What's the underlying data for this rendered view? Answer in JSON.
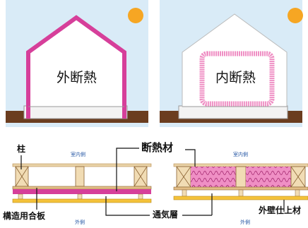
{
  "panels": {
    "left": {
      "title": "外断熱"
    },
    "right": {
      "title": "内断熱"
    }
  },
  "callouts": {
    "pillar": "柱",
    "insulation": "断熱材",
    "plywood": "構造用合板",
    "air_layer": "通気層",
    "exterior_finish": "外壁仕上材"
  },
  "side_labels": {
    "left_indoor": "室内側",
    "left_outdoor": "外側",
    "right_indoor": "室内側",
    "right_outdoor": "外側"
  },
  "colors": {
    "sky": "#d9ebf7",
    "ground": "#6b3d1f",
    "insulation": "#d63f9a",
    "insulation_light": "#ef8fc4",
    "sun": "#f6a623",
    "timber": "#f1dcb4",
    "finish": "#f4c23a"
  }
}
